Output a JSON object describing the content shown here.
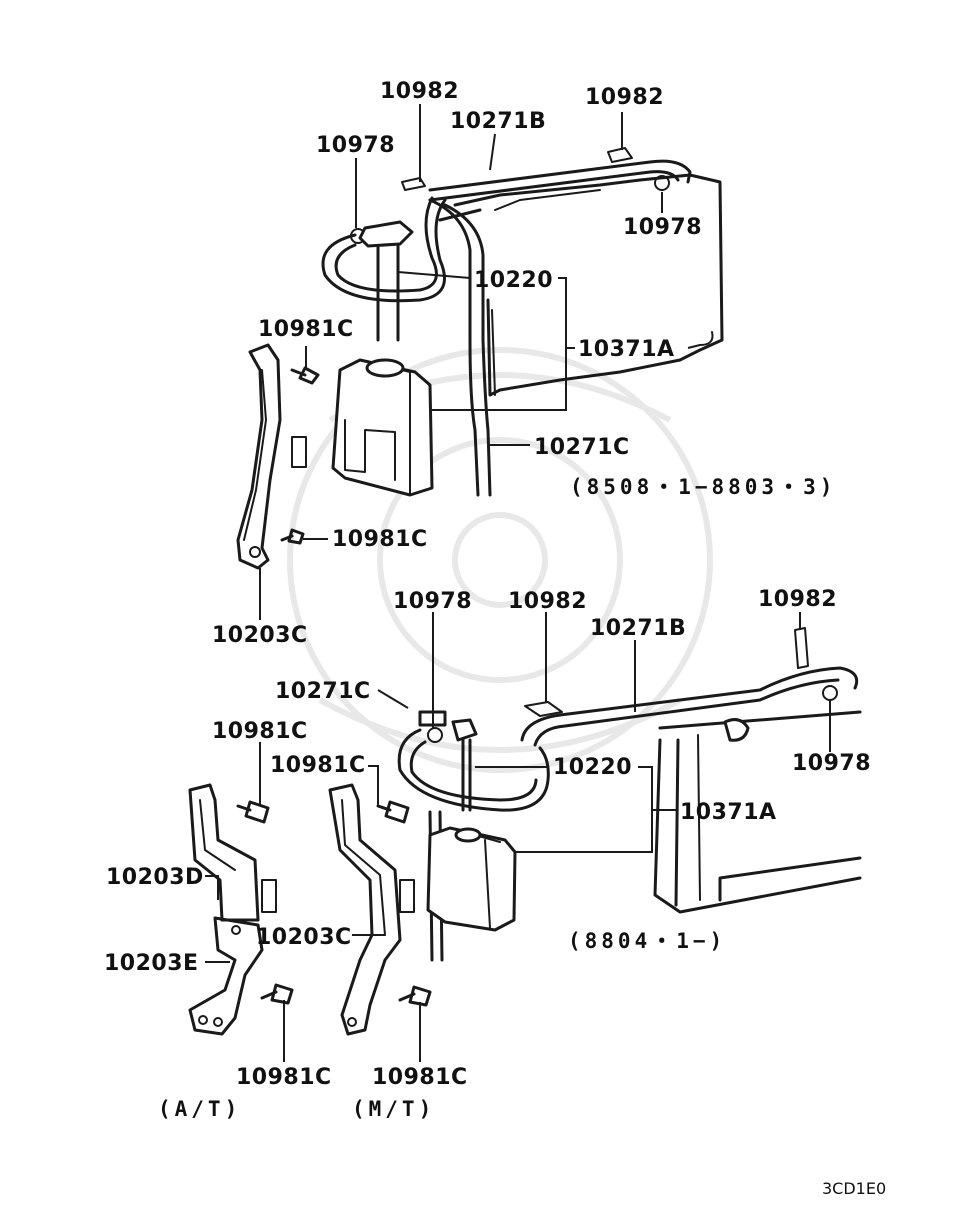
{
  "top_assembly": {
    "labels": {
      "hose_clip_left_upper": "10982",
      "hose_top": "10271B",
      "hose_clip_right_upper": "10982",
      "clamp_left": "10978",
      "clamp_right": "10978",
      "overflow_hose": "10220",
      "tank_assy": "10371A",
      "bolt_upper": "10981C",
      "bolt_lower": "10981C",
      "hose_lower": "10271C",
      "bracket": "10203C"
    },
    "date_range": "(8508・1−8803・3)"
  },
  "bottom_assembly": {
    "labels": {
      "clamp_left": "10978",
      "hose_clip_mid": "10982",
      "hose_top": "10271B",
      "hose_clip_right": "10982",
      "hose_left": "10271C",
      "clamp_right": "10978",
      "bolt_at_upper": "10981C",
      "bolt_mt_upper": "10981C",
      "overflow_hose": "10220",
      "tank_assy": "10371A",
      "bracket_d": "10203D",
      "bracket_c": "10203C",
      "bracket_e": "10203E",
      "bolt_at_lower": "10981C",
      "bolt_mt_lower": "10981C"
    },
    "date_range": "(8804・1−)",
    "variant_at": "(A/T)",
    "variant_mt": "(M/T)"
  },
  "diagram_code": "3CD1E0"
}
